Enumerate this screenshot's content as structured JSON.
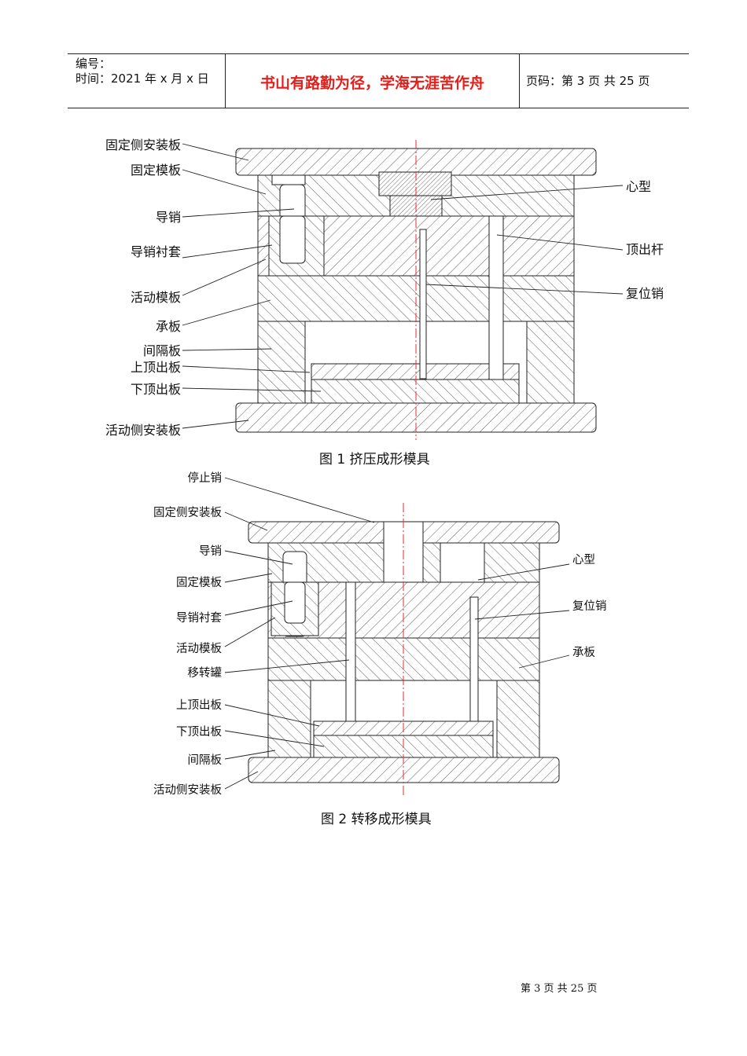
{
  "header": {
    "number_label": "编号：",
    "time_label": "时间：2021 年 x 月 x 日",
    "motto": "书山有路勤为径，学海无涯苦作舟",
    "page_info": "页码：第 3 页  共 25 页"
  },
  "figure1": {
    "caption": "图 1 挤压成形模具",
    "labels": {
      "fixed_side_plate": "固定侧安装板",
      "fixed_template": "固定模板",
      "guide_pin": "导销",
      "guide_bushing": "导销衬套",
      "moving_template": "活动模板",
      "support_plate": "承板",
      "spacer": "间隔板",
      "upper_ejector": "上顶出板",
      "lower_ejector": "下顶出板",
      "moving_side_plate": "活动侧安装板",
      "core": "心型",
      "ejector_pin": "顶出杆",
      "return_pin": "复位销"
    }
  },
  "figure2": {
    "caption": "图 2 转移成形模具",
    "labels": {
      "stop_pin": "停止销",
      "fixed_side_plate": "固定侧安装板",
      "guide_pin": "导销",
      "fixed_template": "固定模板",
      "guide_bushing": "导销衬套",
      "moving_template": "活动模板",
      "transfer_pot": "移转罐",
      "upper_ejector": "上顶出板",
      "lower_ejector": "下顶出板",
      "spacer": "间隔板",
      "moving_side_plate": "活动侧安装板",
      "core": "心型",
      "return_pin": "复位销",
      "support_plate": "承板"
    }
  },
  "footer": {
    "page_text": "第  3  页  共  25  页"
  },
  "colors": {
    "motto": "#e0201c",
    "centerline": "#e03030",
    "ink": "#222222"
  }
}
